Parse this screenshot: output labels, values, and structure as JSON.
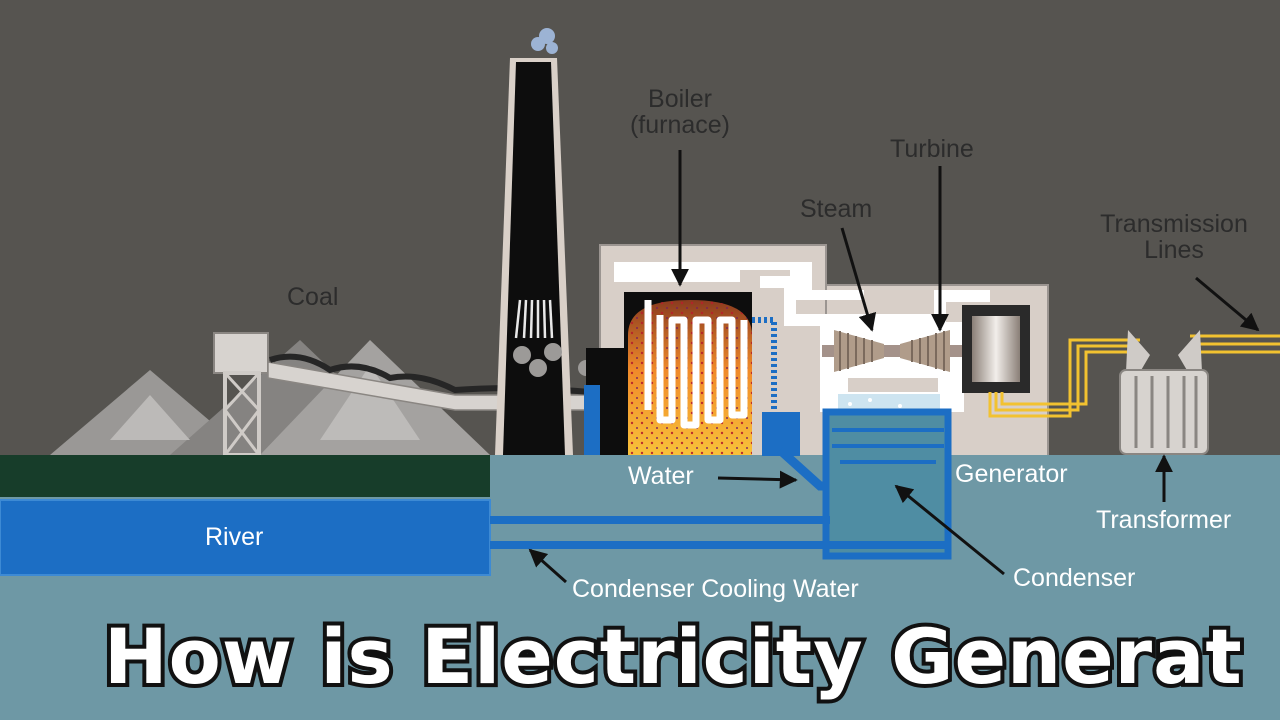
{
  "labels": {
    "coal": "Coal",
    "boiler_line1": "Boiler",
    "boiler_line2": "(furnace)",
    "turbine": "Turbine",
    "steam": "Steam",
    "transmission_line1": "Transmission",
    "transmission_line2": "Lines",
    "water": "Water",
    "generator": "Generator",
    "transformer": "Transformer",
    "river": "River",
    "condenser": "Condenser",
    "condenser_cooling_water": "Condenser Cooling Water"
  },
  "title": "How is Electricity Generat",
  "colors": {
    "sky": "#565450",
    "ground_water": "#6e98a5",
    "river": "#1c6ec4",
    "grass": "#173d2a",
    "building": "#d8cfc8",
    "fire": "#f4a321",
    "wire": "#f2c230"
  }
}
